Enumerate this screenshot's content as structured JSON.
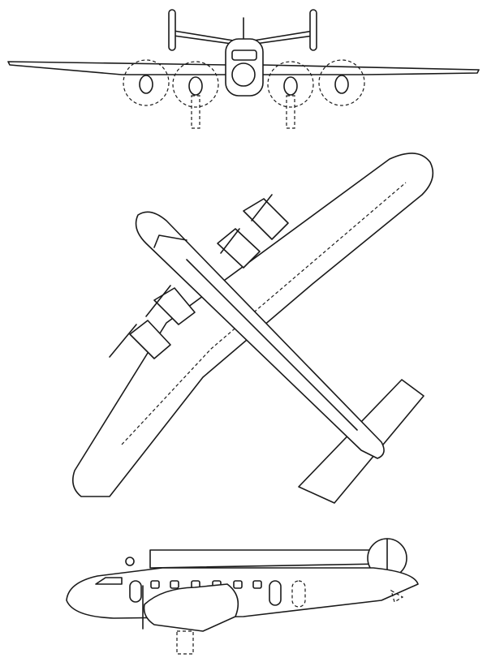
{
  "drawing": {
    "views": [
      "front",
      "plan",
      "side"
    ],
    "colors": {
      "line": "#1a1a1a",
      "background": "#ffffff"
    }
  }
}
